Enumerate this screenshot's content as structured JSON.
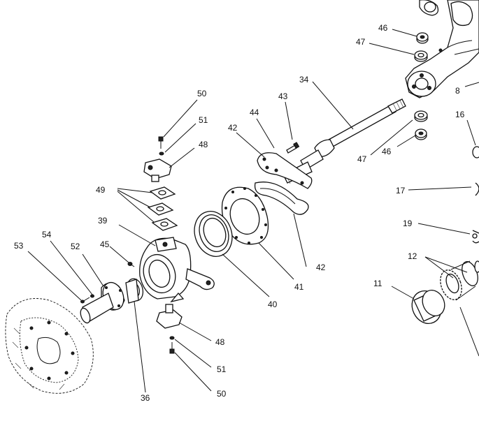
{
  "labels": [
    {
      "id": "l46a",
      "text": "46"
    },
    {
      "id": "l47a",
      "text": "47"
    },
    {
      "id": "l34",
      "text": "34"
    },
    {
      "id": "l8",
      "text": "8"
    },
    {
      "id": "l43",
      "text": "43"
    },
    {
      "id": "l44",
      "text": "44"
    },
    {
      "id": "l42a",
      "text": "42"
    },
    {
      "id": "l47b",
      "text": "47"
    },
    {
      "id": "l46b",
      "text": "46"
    },
    {
      "id": "l16",
      "text": "16"
    },
    {
      "id": "l50a",
      "text": "50"
    },
    {
      "id": "l51a",
      "text": "51"
    },
    {
      "id": "l48a",
      "text": "48"
    },
    {
      "id": "l49",
      "text": "49"
    },
    {
      "id": "l17",
      "text": "17"
    },
    {
      "id": "l19",
      "text": "19"
    },
    {
      "id": "l39",
      "text": "39"
    },
    {
      "id": "l12",
      "text": "12"
    },
    {
      "id": "l42b",
      "text": "42"
    },
    {
      "id": "l41",
      "text": "41"
    },
    {
      "id": "l40",
      "text": "40"
    },
    {
      "id": "l54",
      "text": "54"
    },
    {
      "id": "l53",
      "text": "53"
    },
    {
      "id": "l52",
      "text": "52"
    },
    {
      "id": "l45",
      "text": "45"
    },
    {
      "id": "l11",
      "text": "11"
    },
    {
      "id": "l48b",
      "text": "48"
    },
    {
      "id": "l51b",
      "text": "51"
    },
    {
      "id": "l36",
      "text": "36"
    },
    {
      "id": "l50b",
      "text": "50"
    }
  ]
}
